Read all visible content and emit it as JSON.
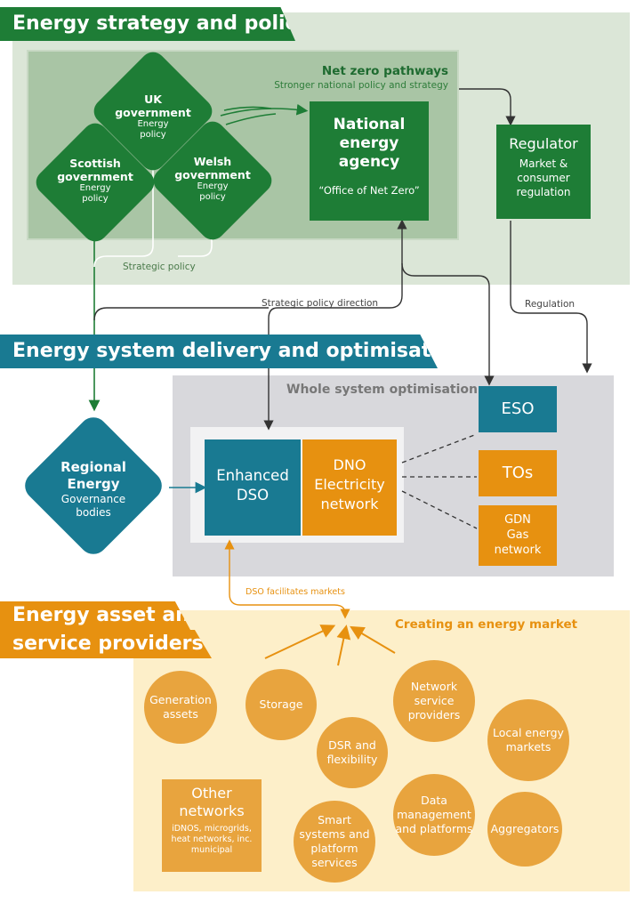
{
  "headers": {
    "strategy": "Energy strategy and policy",
    "delivery": "Energy system delivery and optimisation",
    "providers_line1": "Energy asset and",
    "providers_line2": "service providers"
  },
  "net_zero": {
    "title": "Net zero pathways",
    "subtitle": "Stronger national policy and strategy"
  },
  "uk_gov": {
    "title_line1": "UK",
    "title_line2": "government",
    "sub_line1": "Energy",
    "sub_line2": "policy"
  },
  "scottish_gov": {
    "title_line1": "Scottish",
    "title_line2": "government",
    "sub_line1": "Energy",
    "sub_line2": "policy"
  },
  "welsh_gov": {
    "title_line1": "Welsh",
    "title_line2": "government",
    "sub_line1": "Energy",
    "sub_line2": "policy"
  },
  "national_agency": {
    "title_line1": "National",
    "title_line2": "energy agency",
    "subtitle": "“Office of Net Zero”"
  },
  "regulator": {
    "title": "Regulator",
    "sub_line1": "Market &",
    "sub_line2": "consumer",
    "sub_line3": "regulation"
  },
  "labels": {
    "strategic_policy": "Strategic policy",
    "strategic_policy_direction": "Strategic policy direction",
    "regulation": "Regulation",
    "dso_facilitates": "DSO facilitates markets"
  },
  "whole_system": {
    "title": "Whole system optimisation"
  },
  "regional": {
    "title_line1": "Regional",
    "title_line2": "Energy",
    "sub_line1": "Governance",
    "sub_line2": "bodies"
  },
  "enhanced_dso": {
    "line1": "Enhanced",
    "line2": "DSO"
  },
  "dno": {
    "line1": "DNO",
    "line2": "Electricity",
    "line3": "network"
  },
  "eso": {
    "label": "ESO"
  },
  "tos": {
    "label": "TOs"
  },
  "gdn": {
    "line1": "GDN",
    "line2": "Gas",
    "line3": "network"
  },
  "market": {
    "title": "Creating an energy market"
  },
  "circles": {
    "generation": {
      "line1": "Generation",
      "line2": "assets"
    },
    "storage": {
      "line1": "Storage"
    },
    "network_service": {
      "line1": "Network",
      "line2": "service",
      "line3": "providers"
    },
    "local_markets": {
      "line1": "Local energy",
      "line2": "markets"
    },
    "dsr": {
      "line1": "DSR and",
      "line2": "flexibility"
    },
    "smart": {
      "line1": "Smart",
      "line2": "systems and",
      "line3": "platform",
      "line4": "services"
    },
    "data": {
      "line1": "Data",
      "line2": "management",
      "line3": "and platforms"
    },
    "aggregators": {
      "line1": "Aggregators"
    }
  },
  "other_networks": {
    "title_line1": "Other",
    "title_line2": "networks",
    "sub_line1": "iDNOS, microgrids,",
    "sub_line2": "heat networks, inc.",
    "sub_line3": "municipal"
  },
  "colors": {
    "green": "#1e7d36",
    "light_green": "#a9c5a5",
    "teal": "#197a92",
    "orange": "#e79110",
    "circle_orange": "#e8a43e",
    "grey": "#d8d8dc",
    "cream": "#fdefc9"
  }
}
